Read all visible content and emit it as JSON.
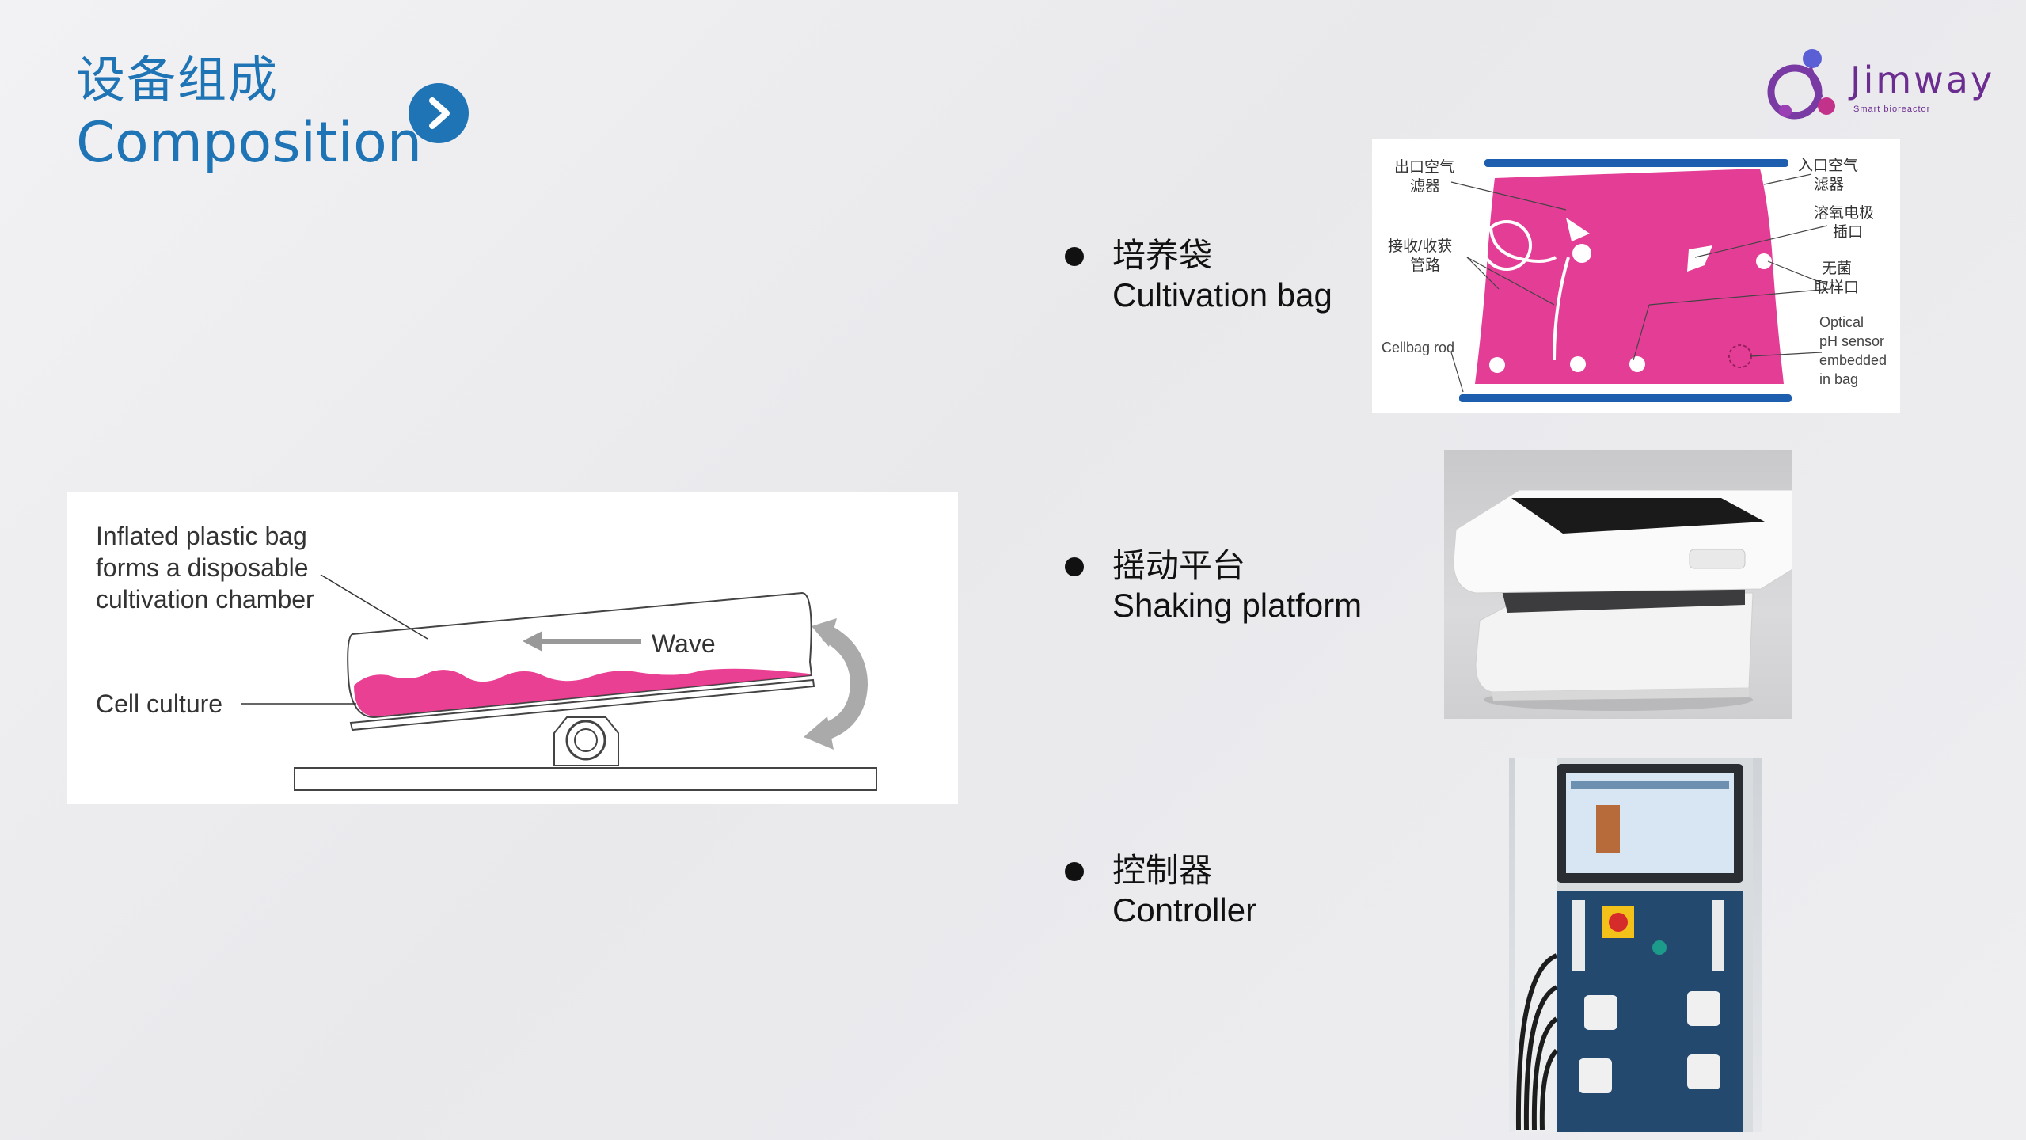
{
  "header": {
    "title_cn": "设备组成",
    "title_en": "Composition"
  },
  "logo": {
    "name": "Jimway",
    "tagline": "Smart bioreactor"
  },
  "components": [
    {
      "cn": "培养袋",
      "en": "Cultivation bag"
    },
    {
      "cn": "摇动平台",
      "en": "Shaking platform"
    },
    {
      "cn": "控制器",
      "en": "Controller"
    }
  ],
  "wave_figure": {
    "label_bag": [
      "Inflated plastic bag",
      "forms a disposable",
      "cultivation chamber"
    ],
    "label_culture": "Cell culture",
    "label_wave": "Wave"
  },
  "bag_figure": {
    "outlet_filter": [
      "出口空气",
      "滤器"
    ],
    "inlet_filter": [
      "入口空气",
      "滤器"
    ],
    "tubing": [
      "接收/收获",
      "管路"
    ],
    "do_port": [
      "溶氧电极",
      "插口"
    ],
    "sampling": [
      "无菌",
      "取样口"
    ],
    "rod": "Cellbag rod",
    "ph_sensor": [
      "Optical",
      "pH sensor",
      "embedded",
      "in bag"
    ]
  },
  "colors": {
    "brand_blue": "#1f74b5",
    "logo_purple": "#6b2d8f",
    "bag_pink": "#e8308a"
  }
}
